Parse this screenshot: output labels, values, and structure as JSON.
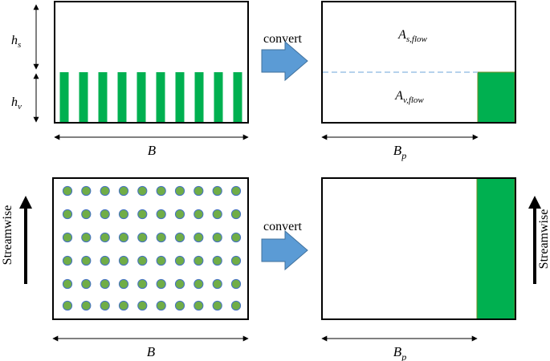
{
  "top_left": {
    "hs_main": "h",
    "hs_sub": "s",
    "hv_main": "h",
    "hv_sub": "v",
    "width_label": "B",
    "strip_count": 10
  },
  "top_right": {
    "as_main": "A",
    "as_sub": "s,flow",
    "av_main": "A",
    "av_sub": "v,flow",
    "width_main": "B",
    "width_sub": "p"
  },
  "bottom_left": {
    "rows": 6,
    "cols": 10,
    "width_label": "B",
    "flow_label": "Streamwise"
  },
  "bottom_right": {
    "width_main": "B",
    "width_sub": "p",
    "flow_label": "Streamwise"
  },
  "arrows": {
    "top_label": "convert",
    "bottom_label": "convert"
  },
  "colors": {
    "vegetation": "#00b050",
    "dot_fill": "#70ad47",
    "dot_stroke": "#4472c4",
    "arrow_fill": "#5b9bd5",
    "dashed_line": "#9dc3e6"
  }
}
